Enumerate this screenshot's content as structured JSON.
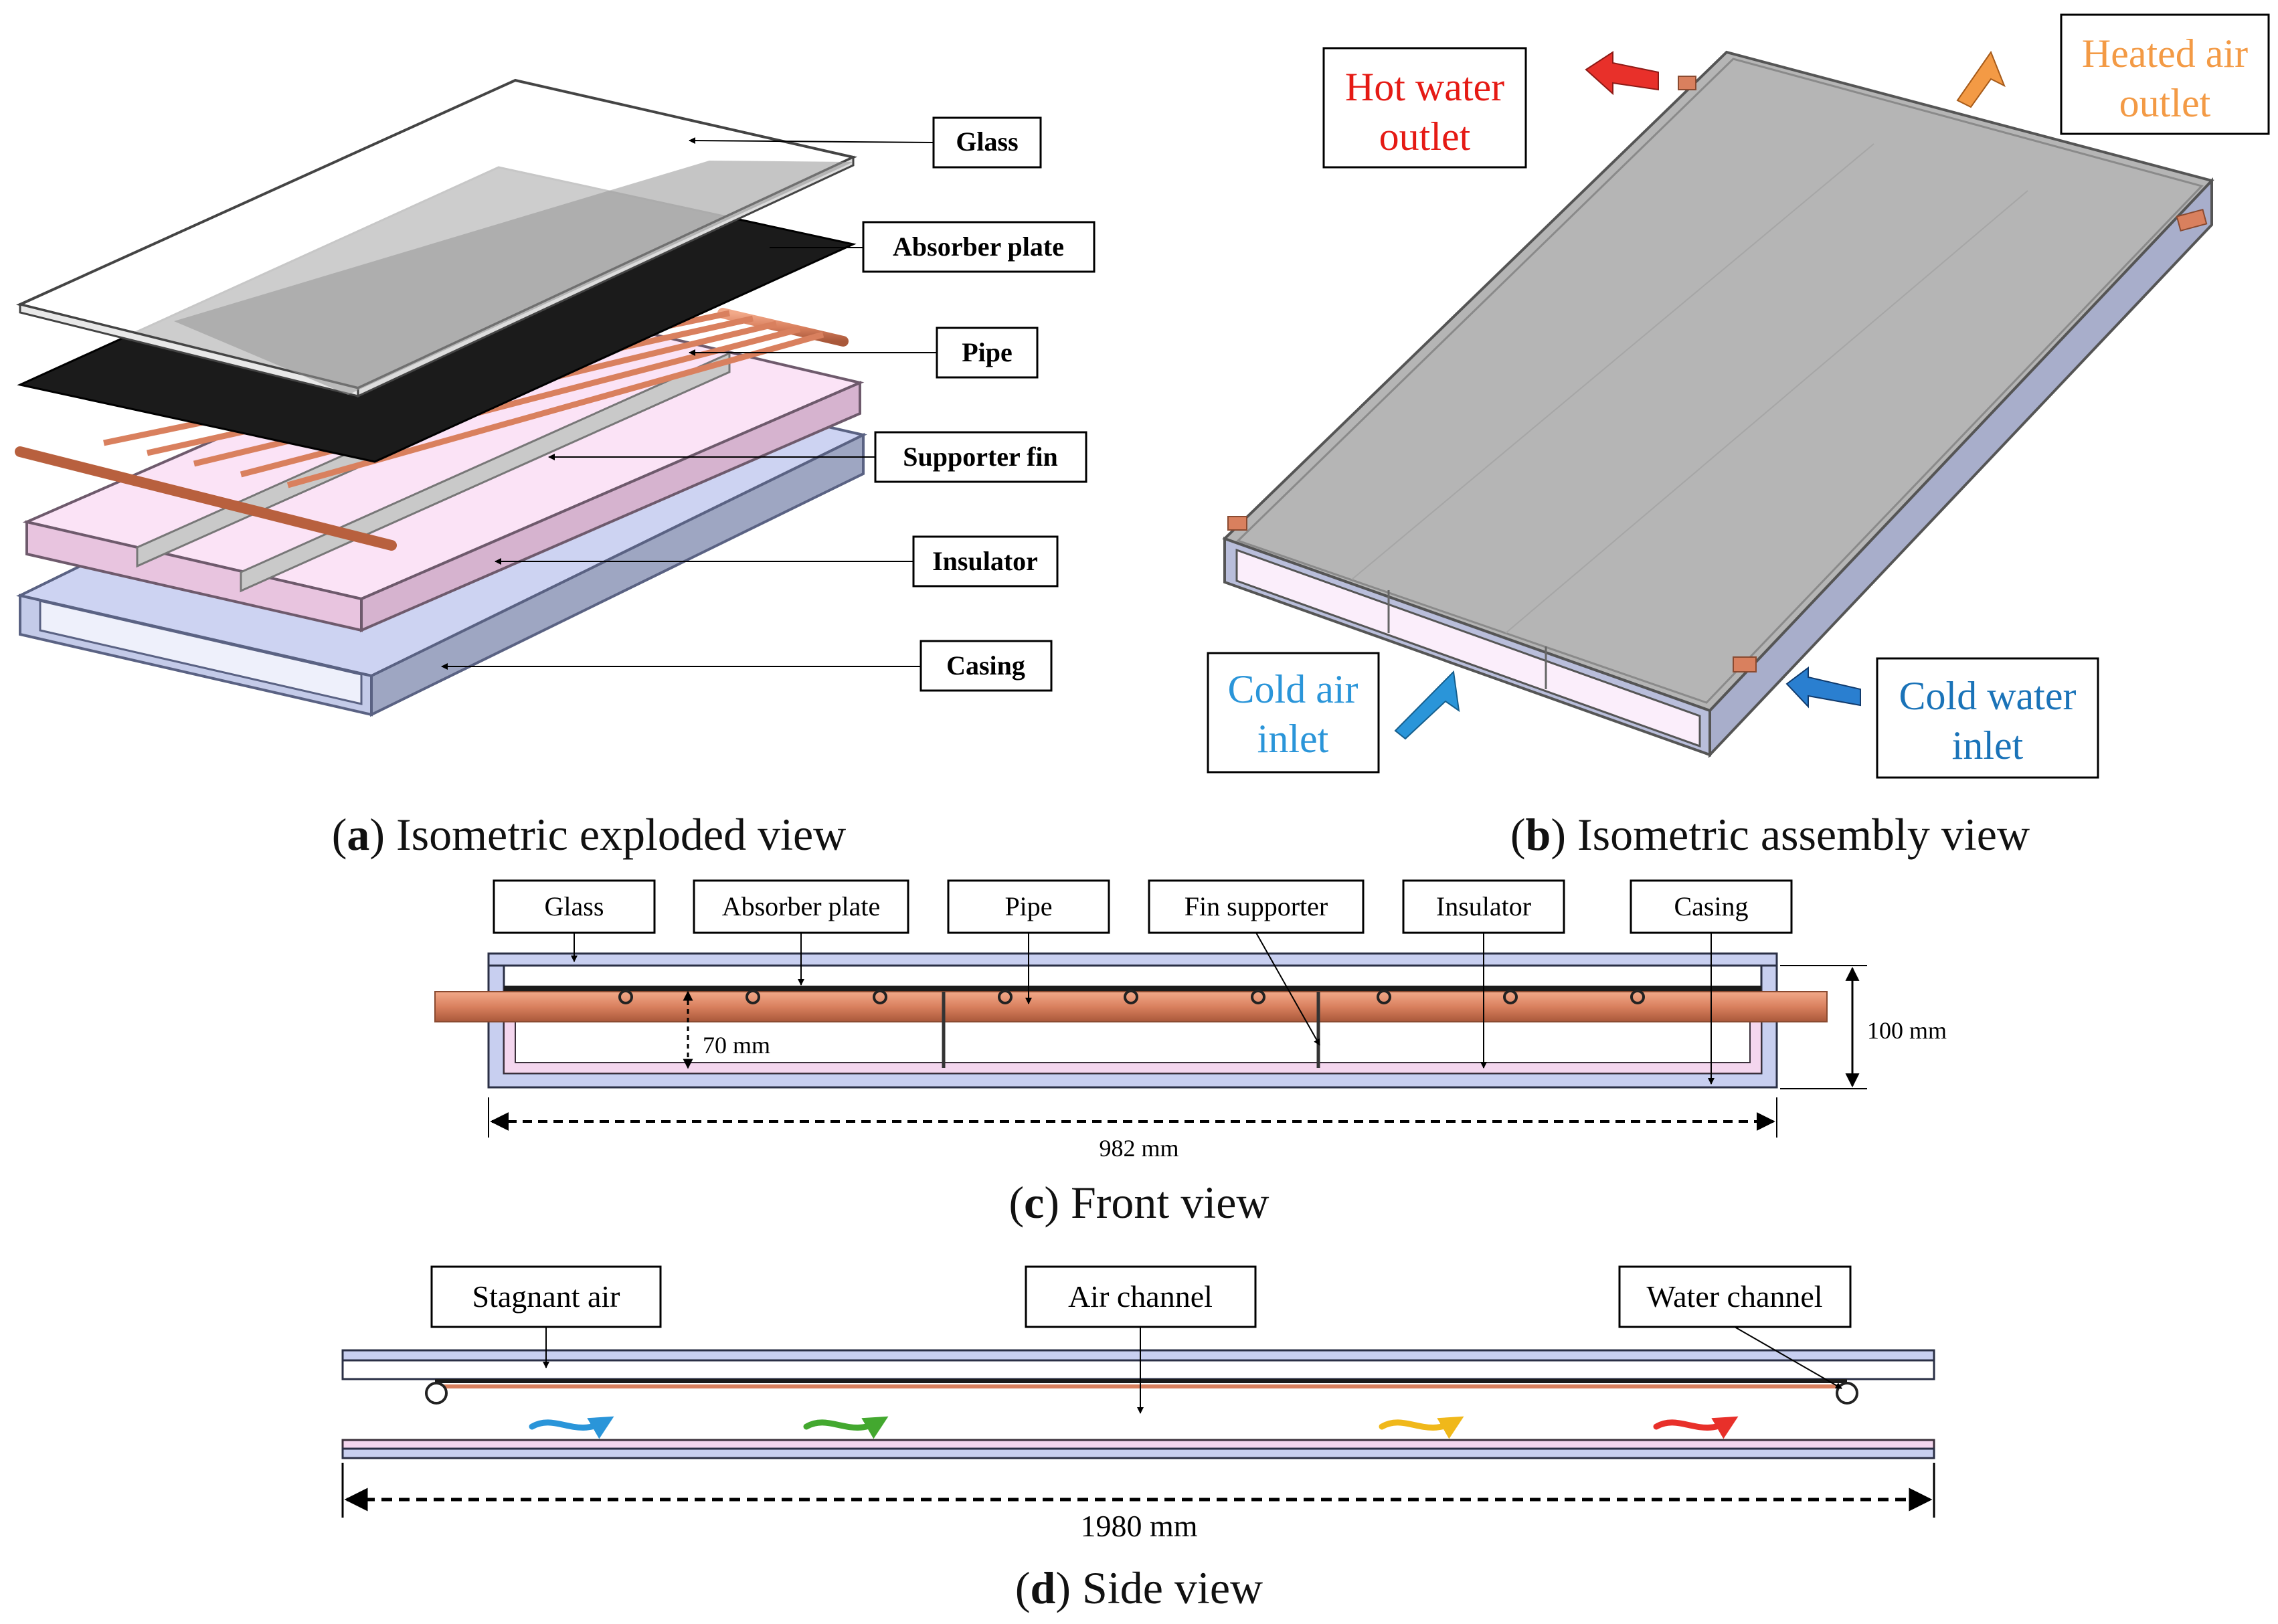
{
  "colors": {
    "glass": "#ffffff",
    "absorber": "#1b1b1b",
    "copper": "#d9805e",
    "insulator": "#f4d6ee",
    "casing": "#c8cff0",
    "casing_dark": "#9aa3bf",
    "hot_red": "#e8302a",
    "warm_orange": "#f39a45",
    "cold_blue": "#2a95d9",
    "flow_green": "#43a82f",
    "flow_yellow": "#f0b81a"
  },
  "panel_a": {
    "caption_letter": "a",
    "caption_text": " Isometric exploded view",
    "labels": {
      "glass": "Glass",
      "absorber": "Absorber plate",
      "pipe": "Pipe",
      "fin": "Supporter fin",
      "insulator": "Insulator",
      "casing": "Casing"
    }
  },
  "panel_b": {
    "caption_letter": "b",
    "caption_text": " Isometric assembly view",
    "hot_water_outlet": [
      "Hot water",
      "outlet"
    ],
    "heated_air_outlet": [
      "Heated air",
      "outlet"
    ],
    "cold_air_inlet": [
      "Cold air",
      "inlet"
    ],
    "cold_water_inlet": [
      "Cold water",
      "inlet"
    ]
  },
  "panel_c": {
    "caption_letter": "c",
    "caption_text": " Front view",
    "labels": {
      "glass": "Glass",
      "absorber": "Absorber plate",
      "pipe": "Pipe",
      "fin": "Fin supporter",
      "insulator": "Insulator",
      "casing": "Casing"
    },
    "dim_height": "100 mm",
    "dim_channel": "70 mm",
    "dim_width": "982 mm"
  },
  "panel_d": {
    "caption_letter": "d",
    "caption_text": " Side view",
    "labels": {
      "stagnant": "Stagnant air",
      "air_channel": "Air channel",
      "water_channel": "Water channel"
    },
    "dim_length": "1980 mm"
  }
}
